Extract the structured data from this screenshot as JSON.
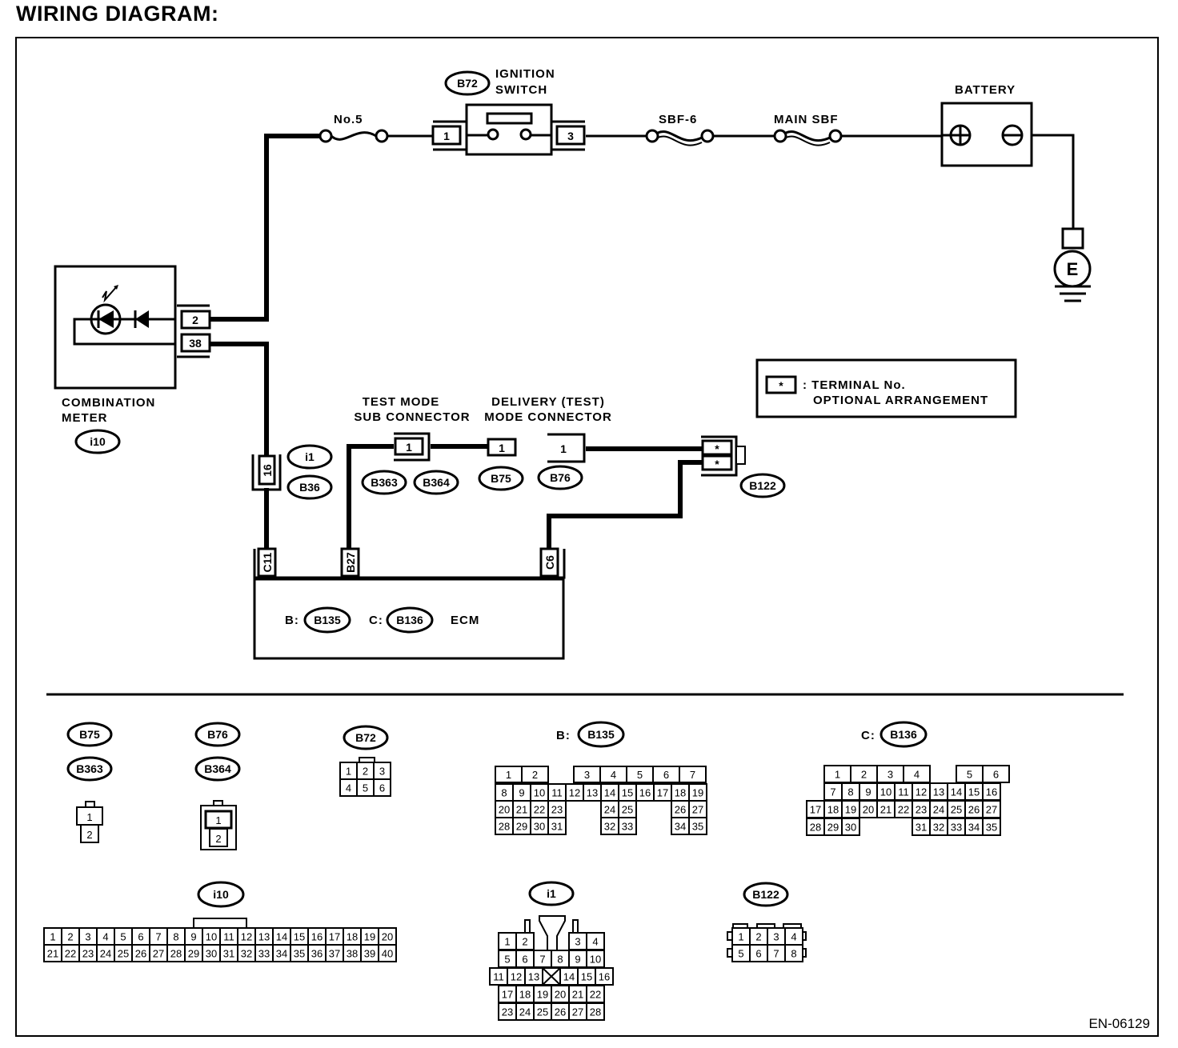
{
  "title": "WIRING DIAGRAM:",
  "doc_code": "EN-06129",
  "components": {
    "fuse_no5": "No.5",
    "ignition_switch": {
      "line1": "IGNITION",
      "line2": "SWITCH",
      "connector": "B72",
      "pin_in": "1",
      "pin_out": "3"
    },
    "sbf6": "SBF-6",
    "main_sbf": "MAIN SBF",
    "battery": {
      "label": "BATTERY",
      "pos": "+",
      "neg": "−"
    },
    "ground": "E",
    "combination_meter": {
      "line1": "COMBINATION",
      "line2": "METER",
      "connector": "i10",
      "pin_top": "2",
      "pin_bottom": "38"
    },
    "joint_connector": {
      "pin": "16",
      "conn1": "i1",
      "conn2": "B36"
    },
    "test_mode_sub": {
      "line1": "TEST MODE",
      "line2": "SUB CONNECTOR",
      "pin": "1",
      "conn1": "B363",
      "conn2": "B364"
    },
    "delivery_mode": {
      "line1": "DELIVERY (TEST)",
      "line2": "MODE CONNECTOR",
      "pin_left": "1",
      "pin_right": "1",
      "conn_left": "B75",
      "conn_right": "B76"
    },
    "b122": {
      "connector": "B122",
      "pin_top": "*",
      "pin_bottom": "*"
    },
    "legend": {
      "symbol": "*",
      "line1": ": TERMINAL No.",
      "line2": "OPTIONAL ARRANGEMENT"
    },
    "ecm": {
      "label": "ECM",
      "b_prefix": "B:",
      "b_conn": "B135",
      "c_prefix": "C:",
      "c_conn": "B136",
      "pins": [
        "C11",
        "B27",
        "C6"
      ]
    }
  },
  "connector_views": {
    "b75_b363": {
      "labels": [
        "B75",
        "B363"
      ],
      "pins": [
        "1",
        "2"
      ]
    },
    "b76_b364": {
      "labels": [
        "B76",
        "B364"
      ],
      "pins": [
        "1",
        "2"
      ]
    },
    "b72": {
      "label": "B72",
      "pins": [
        "1",
        "2",
        "3",
        "4",
        "5",
        "6"
      ]
    },
    "b135": {
      "prefix": "B:",
      "label": "B135",
      "row1": [
        "1",
        "2",
        "",
        "3",
        "4",
        "5",
        "6",
        "7"
      ],
      "row2": [
        "8",
        "9",
        "10",
        "11",
        "12",
        "13",
        "14",
        "15",
        "16",
        "17",
        "18",
        "19"
      ],
      "row3": [
        "20",
        "21",
        "22",
        "23",
        "",
        "",
        "24",
        "25",
        "",
        "",
        "26",
        "27"
      ],
      "row4": [
        "28",
        "29",
        "30",
        "31",
        "",
        "",
        "32",
        "33",
        "",
        "",
        "34",
        "35"
      ]
    },
    "b136": {
      "prefix": "C:",
      "label": "B136",
      "row1": [
        "",
        "1",
        "2",
        "3",
        "4",
        "",
        "5",
        "6"
      ],
      "row2": [
        "",
        "7",
        "8",
        "9",
        "10",
        "11",
        "12",
        "13",
        "14",
        "15",
        "16"
      ],
      "row3": [
        "17",
        "18",
        "19",
        "20",
        "21",
        "22",
        "23",
        "24",
        "25",
        "26",
        "27"
      ],
      "row4": [
        "28",
        "29",
        "30",
        "",
        "",
        "",
        "31",
        "32",
        "33",
        "34",
        "35"
      ]
    },
    "i10": {
      "label": "i10",
      "row1": [
        "1",
        "2",
        "3",
        "4",
        "5",
        "6",
        "7",
        "8",
        "9",
        "10",
        "11",
        "12",
        "13",
        "14",
        "15",
        "16",
        "17",
        "18",
        "19",
        "20"
      ],
      "row2": [
        "21",
        "22",
        "23",
        "24",
        "25",
        "26",
        "27",
        "28",
        "29",
        "30",
        "31",
        "32",
        "33",
        "34",
        "35",
        "36",
        "37",
        "38",
        "39",
        "40"
      ]
    },
    "i1": {
      "label": "i1",
      "row1": [
        "1",
        "2",
        "",
        "",
        "3",
        "4"
      ],
      "row2": [
        "5",
        "6",
        "7",
        "8",
        "9",
        "10"
      ],
      "row3": [
        "11",
        "12",
        "13",
        "X",
        "14",
        "15",
        "16"
      ],
      "row4": [
        "17",
        "18",
        "19",
        "20",
        "21",
        "22"
      ],
      "row5": [
        "23",
        "24",
        "25",
        "26",
        "27",
        "28"
      ]
    },
    "b122": {
      "label": "B122",
      "row1": [
        "1",
        "2",
        "3",
        "4"
      ],
      "row2": [
        "5",
        "6",
        "7",
        "8"
      ]
    }
  }
}
